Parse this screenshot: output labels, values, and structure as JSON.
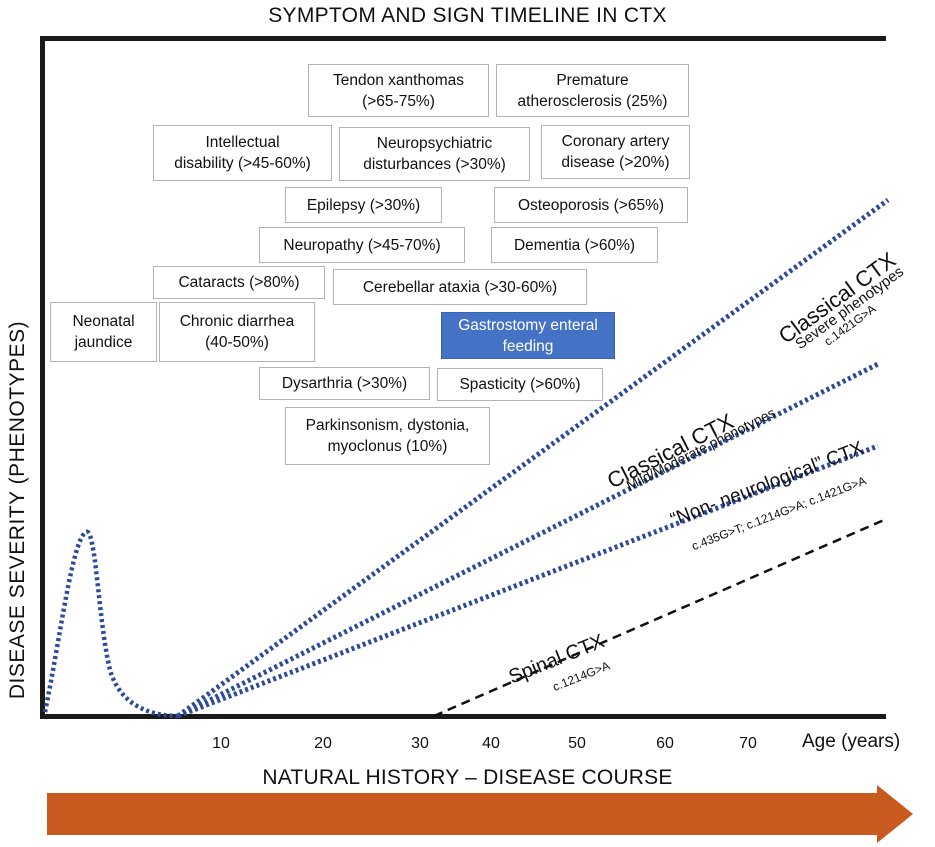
{
  "chart_data": {
    "type": "line",
    "title": "SYMPTOM AND SIGN TIMELINE IN CTX",
    "ylabel": "DISEASE SEVERITY (PHENOTYPES)",
    "xlabel": "Age (years)",
    "bottom_label": "NATURAL HISTORY – DISEASE COURSE",
    "x_ticks": [
      "10",
      "20",
      "30",
      "40",
      "50",
      "60",
      "70"
    ],
    "series": [
      {
        "name": "Classical CTX",
        "sub": "Severe phenotypes",
        "variant": "c.1421G>A",
        "style": "dotted",
        "color": "#2d4a9a"
      },
      {
        "name": "Classical CTX",
        "sub": "Mild/Moderate phenotypes",
        "variant": "",
        "style": "dotted",
        "color": "#2d4a9a"
      },
      {
        "name": "“Non- neurological” CTX",
        "sub": "",
        "variant": "c.435G>T; c.1214G>A; c.1421G>A",
        "style": "dotted",
        "color": "#2d4a9a"
      },
      {
        "name": "Spinal CTX",
        "sub": "",
        "variant": "c.1214G>A",
        "style": "dashed",
        "color": "#111111"
      }
    ],
    "annotations": [
      {
        "text": "Tendon xanthomas\n(>65-75%)",
        "highlight": false
      },
      {
        "text": "Premature\natherosclerosis (25%)",
        "highlight": false
      },
      {
        "text": "Intellectual\ndisability (>45-60%)",
        "highlight": false
      },
      {
        "text": "Neuropsychiatric\ndisturbances (>30%)",
        "highlight": false
      },
      {
        "text": "Coronary artery\ndisease (>20%)",
        "highlight": false
      },
      {
        "text": "Epilepsy (>30%)",
        "highlight": false
      },
      {
        "text": "Osteoporosis (>65%)",
        "highlight": false
      },
      {
        "text": "Neuropathy (>45-70%)",
        "highlight": false
      },
      {
        "text": "Dementia (>60%)",
        "highlight": false
      },
      {
        "text": "Cataracts (>80%)",
        "highlight": false
      },
      {
        "text": "Cerebellar ataxia (>30-60%)",
        "highlight": false
      },
      {
        "text": "Neonatal\njaundice",
        "highlight": false
      },
      {
        "text": "Chronic diarrhea\n(40-50%)",
        "highlight": false
      },
      {
        "text": "Gastrostomy enteral\nfeeding",
        "highlight": true
      },
      {
        "text": "Dysarthria (>30%)",
        "highlight": false
      },
      {
        "text": "Spasticity (>60%)",
        "highlight": false
      },
      {
        "text": "Parkinsonism, dystonia,\nmyoclonus (10%)",
        "highlight": false
      }
    ],
    "grid": false
  }
}
